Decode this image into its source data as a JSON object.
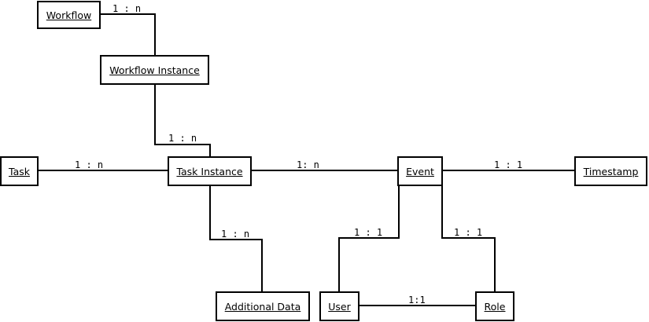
{
  "entities": {
    "workflow": "Workflow",
    "workflow_instance": "Workflow Instance",
    "task": "Task",
    "task_instance": "Task Instance",
    "event": "Event",
    "timestamp": "Timestamp",
    "additional_data": "Additional Data",
    "user": "User",
    "role": "Role"
  },
  "relationships": {
    "workflow_to_workflow_instance": "1 : n",
    "workflow_instance_to_task_instance": "1 : n",
    "task_to_task_instance": "1 : n",
    "task_instance_to_event": "1: n",
    "event_to_timestamp": "1 : 1",
    "task_instance_to_additional_data": "1 : n",
    "event_to_user": "1 : 1",
    "event_to_role": "1 : 1",
    "user_to_role": "1:1"
  }
}
